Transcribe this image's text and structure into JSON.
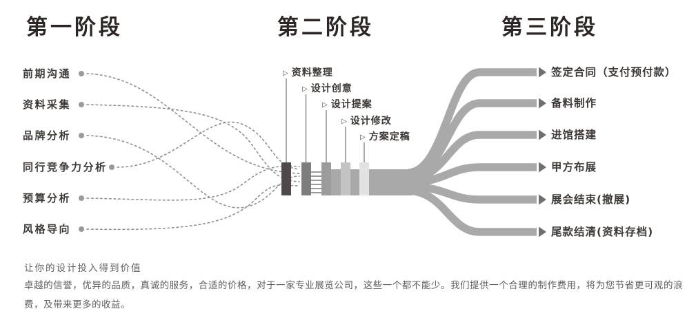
{
  "diagram": {
    "phase1": {
      "title": "第一阶段",
      "items": [
        "前期沟通",
        "资料采集",
        "品牌分析",
        "同行竞争力分析",
        "预算分析",
        "风格导向"
      ]
    },
    "phase2": {
      "title": "第二阶段",
      "items": [
        "资料整理",
        "设计创意",
        "设计提案",
        "设计修改",
        "方案定稿"
      ]
    },
    "phase3": {
      "title": "第三阶段",
      "items": [
        "签定合同（支付预付款）",
        "备料制作",
        "进馆搭建",
        "甲方布展",
        "展会结束(撤展)",
        "尾款结清(资料存档)"
      ]
    }
  },
  "footer": {
    "headline": "让你的设计投入得到价值",
    "body": "卓越的信誉，优异的品质，真诚的服务，合适的价格，对于一家专业展览公司，这些一个都不能少。我们提供一个合理的制作费用，将为您节省更可观的浪费，及带来更多的收益。"
  },
  "icons": {
    "triangle_right": "▷"
  },
  "colors": {
    "title": "#2c2724",
    "label": "#3f3936",
    "body_text": "#5e5e5e",
    "dotted_line": "#8f8f8f",
    "dot": "#9a9a9a",
    "stem": "#8c8c8c",
    "flow_band": "#a9a9a9",
    "arrowhead": "#6f6f6f",
    "stage_bars": [
      "#4e4a4a",
      "#7d7d7d",
      "#9b9b9b",
      "#c4c4c4",
      "#e2e2e2"
    ]
  }
}
